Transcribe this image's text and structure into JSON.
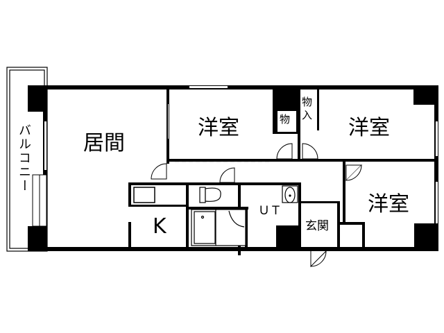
{
  "floor_plan": {
    "rooms": {
      "living": {
        "label": "居間"
      },
      "kitchen": {
        "label": "K"
      },
      "western_room_1": {
        "label": "洋室"
      },
      "western_room_2": {
        "label": "洋室"
      },
      "western_room_3": {
        "label": "洋室"
      },
      "storage_small": {
        "label": "物"
      },
      "storage_closet": {
        "label": "物入"
      },
      "utility": {
        "label": "ＵＴ"
      },
      "entrance": {
        "label": "玄関"
      },
      "balcony": {
        "label": "バルコニー"
      }
    },
    "colors": {
      "wall": "#000000",
      "background": "#ffffff"
    }
  }
}
